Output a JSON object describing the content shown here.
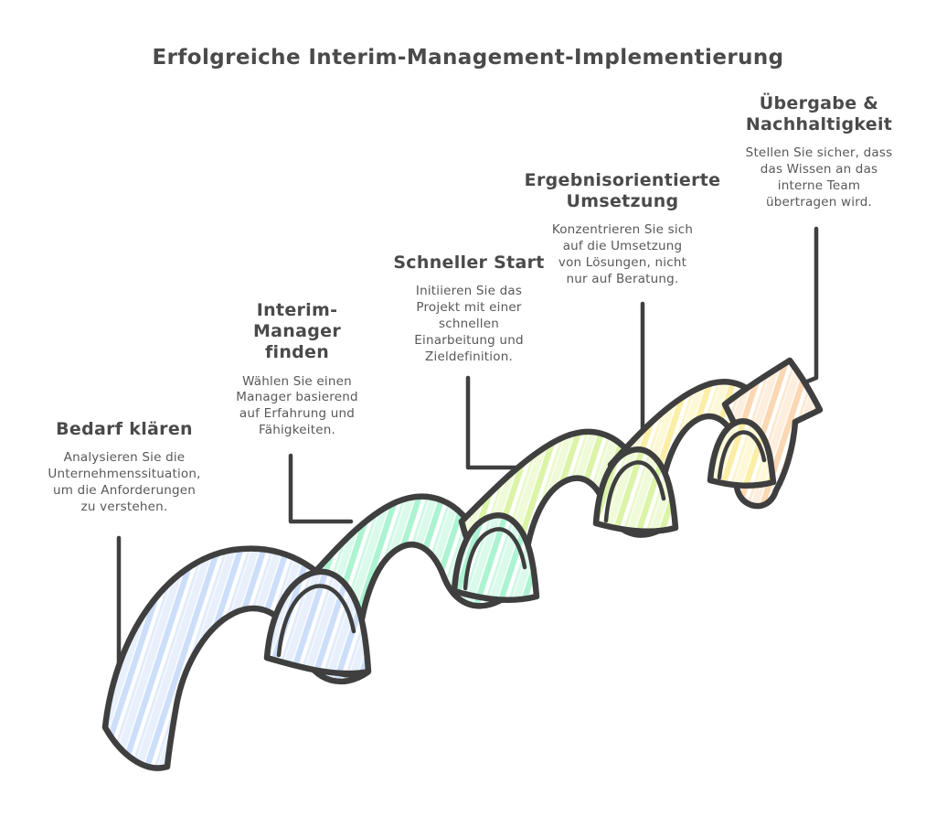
{
  "title": "Erfolgreiche Interim-Management-Implementierung",
  "steps": [
    {
      "heading": "Bedarf klären",
      "description": "Analysieren Sie die\nUnternehmenssituation,\num die Anforderungen\nzu verstehen.",
      "color": "#c9dcf8"
    },
    {
      "heading": "Interim-\nManager\nfinden",
      "description": "Wählen Sie einen\nManager basierend\nauf Erfahrung und\nFähigkeiten.",
      "color": "#a7f2cf"
    },
    {
      "heading": "Schneller Start",
      "description": "Initiieren Sie das\nProjekt mit einer\nschnellen\nEinarbeitung und\nZieldefinition.",
      "color": "#d9f3a2"
    },
    {
      "heading": "Ergebnisorientierte\nUmsetzung",
      "description": "Konzentrieren Sie sich\nauf die Umsetzung\nvon Lösungen, nicht\nnur auf Beratung.",
      "color": "#fbeda0"
    },
    {
      "heading": "Übergabe &\nNachhaltigkeit",
      "description": "Stellen Sie sicher, dass\ndas Wissen an das\ninterne Team\nübertragen wird.",
      "color": "#fbd6af"
    }
  ],
  "colors": {
    "outline": "#3f3f3f",
    "heading_text": "#4a4a4a",
    "body_text": "#585858",
    "background": "#ffffff"
  }
}
